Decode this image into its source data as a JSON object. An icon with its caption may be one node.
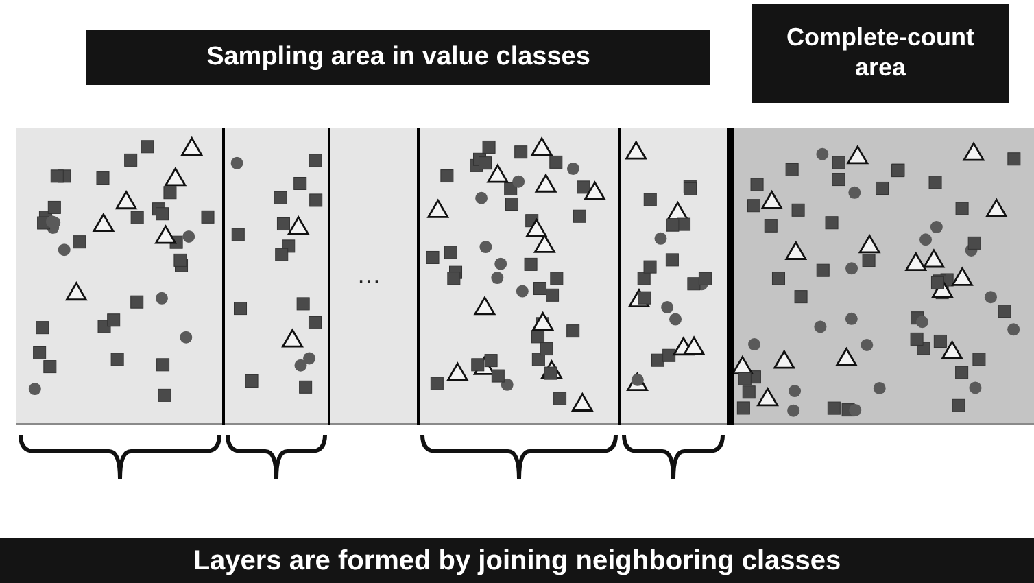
{
  "diagram": {
    "labels": [
      "Sampling area in value classes",
      "Complete-count area",
      "…",
      "Layers are formed by joining neighboring classes"
    ]
  }
}
